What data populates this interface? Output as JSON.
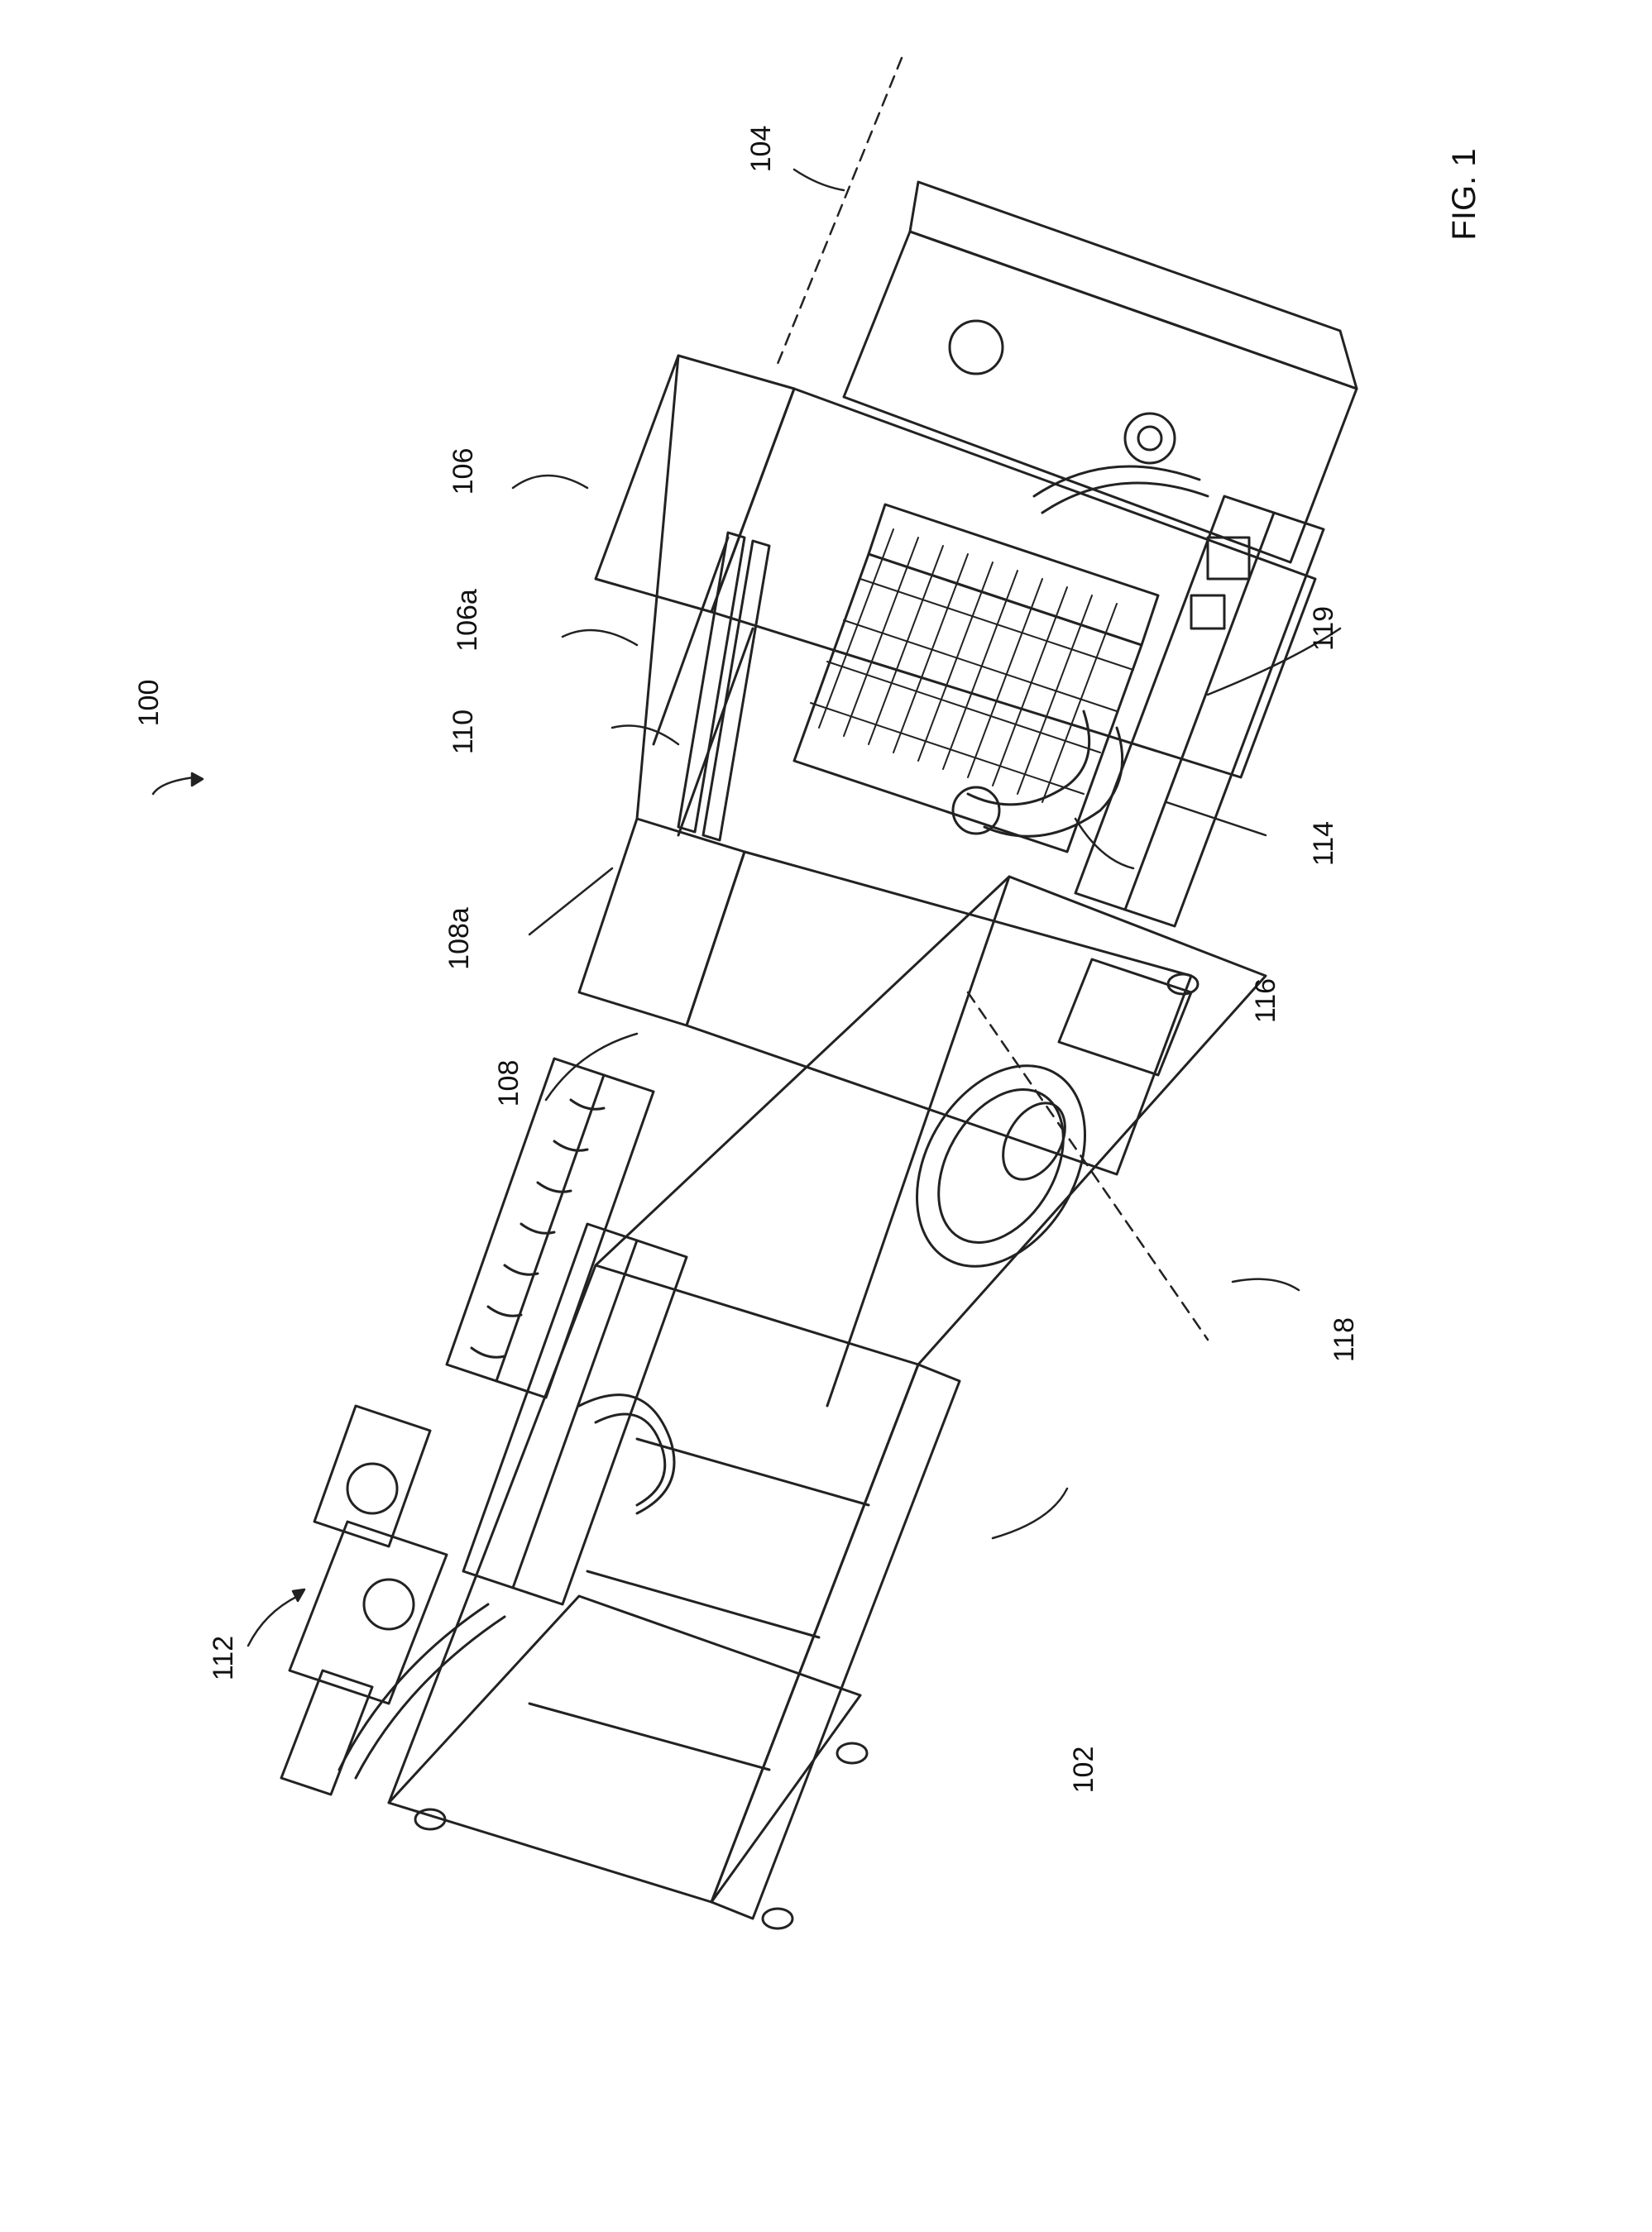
{
  "figure": {
    "caption": "FIG. 1"
  },
  "reference_numerals": [
    "100",
    "102",
    "104",
    "106",
    "106a",
    "108",
    "108a",
    "110",
    "112",
    "114",
    "116",
    "118",
    "119"
  ],
  "colors": {
    "line": "#222222",
    "background": "#ffffff"
  }
}
